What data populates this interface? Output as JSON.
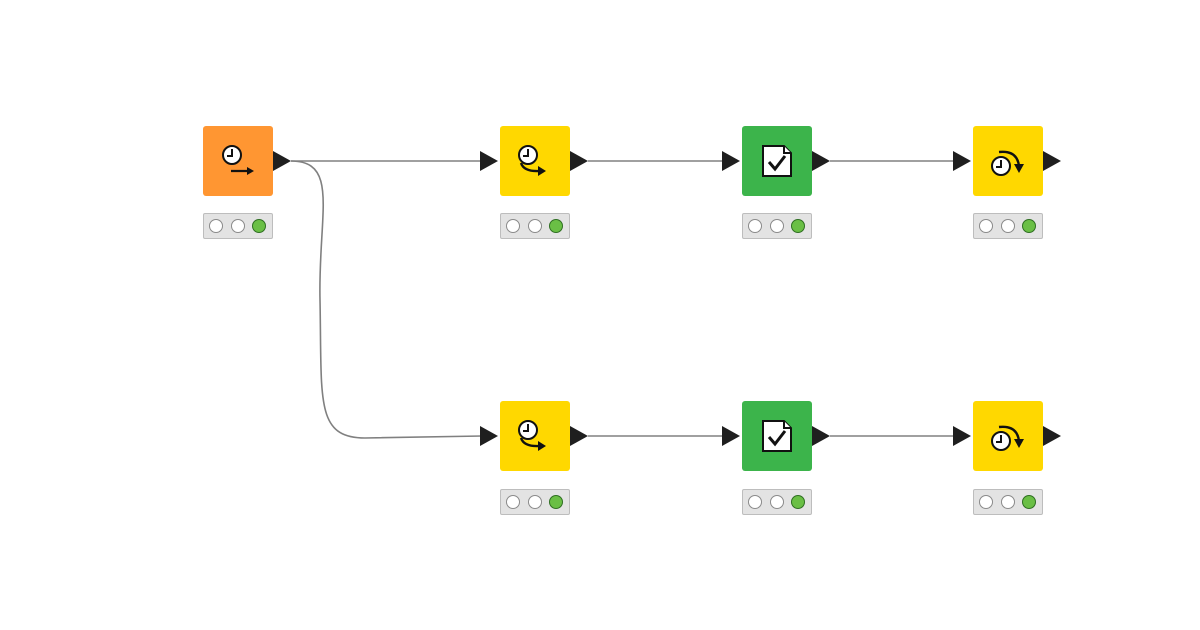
{
  "workflow": {
    "colors": {
      "manipulator": "#ff9632",
      "loop": "#ffd800",
      "sink": "#3cb44b",
      "wire": "#808080",
      "port": "#1f1f1f",
      "status_executed": "#6abf45",
      "status_idle": "#ffffff"
    },
    "nodes": [
      {
        "id": "n1",
        "kind": "manipulator",
        "icon": "clock-arrow-icon",
        "status": "executed"
      },
      {
        "id": "n2",
        "kind": "loop",
        "icon": "clock-loop-start-icon",
        "status": "executed"
      },
      {
        "id": "n3",
        "kind": "sink",
        "icon": "document-check-icon",
        "status": "executed"
      },
      {
        "id": "n4",
        "kind": "loop",
        "icon": "clock-loop-end-icon",
        "status": "executed"
      },
      {
        "id": "n5",
        "kind": "loop",
        "icon": "clock-loop-start-icon",
        "status": "executed"
      },
      {
        "id": "n6",
        "kind": "sink",
        "icon": "document-check-icon",
        "status": "executed"
      },
      {
        "id": "n7",
        "kind": "loop",
        "icon": "clock-loop-end-icon",
        "status": "executed"
      }
    ],
    "connections": [
      {
        "from": "n1",
        "to": "n2"
      },
      {
        "from": "n2",
        "to": "n3"
      },
      {
        "from": "n3",
        "to": "n4"
      },
      {
        "from": "n1",
        "to": "n5"
      },
      {
        "from": "n5",
        "to": "n6"
      },
      {
        "from": "n6",
        "to": "n7"
      }
    ]
  }
}
